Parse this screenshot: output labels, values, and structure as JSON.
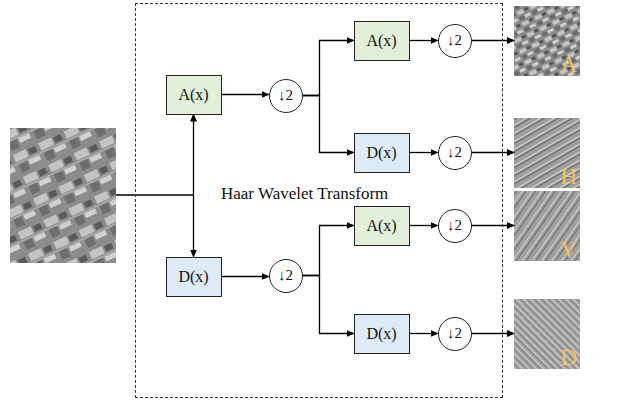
{
  "diagram": {
    "nodes": [
      {
        "text": [
          "Haar Wavelet Transform"
        ]
      },
      {
        "text": [
          "A(x)"
        ],
        "in": 0
      },
      {
        "text": [
          "D(x)"
        ],
        "in": 0
      },
      {
        "text": [
          "↓2"
        ],
        "in": 0
      },
      {
        "text": [
          "↓2"
        ],
        "in": 0
      },
      {
        "text": [
          "A(x)"
        ],
        "in": 0
      },
      {
        "text": [
          "D(x)"
        ],
        "in": 0
      },
      {
        "text": [
          "A(x)"
        ],
        "in": 0
      },
      {
        "text": [
          "D(x)"
        ],
        "in": 0
      },
      {
        "text": [
          "↓2"
        ],
        "in": 0
      },
      {
        "text": [
          "↓2"
        ],
        "in": 0
      },
      {
        "text": [
          "↓2"
        ],
        "in": 0
      },
      {
        "text": [
          "↓2"
        ],
        "in": 0
      },
      {
        "text": [
          "A"
        ]
      },
      {
        "text": [
          "H"
        ]
      },
      {
        "text": [
          "V"
        ]
      },
      {
        "text": [
          "D"
        ]
      }
    ],
    "edges": [
      {
        "from": 1,
        "to": 2,
        "arrow": "both"
      },
      {
        "from": 1,
        "to": 3,
        "arrow": "to"
      },
      {
        "from": 3,
        "to": 5,
        "arrow": "to"
      },
      {
        "from": 3,
        "to": 6,
        "arrow": "to"
      },
      {
        "from": 2,
        "to": 4,
        "arrow": "to"
      },
      {
        "from": 4,
        "to": 7,
        "arrow": "to"
      },
      {
        "from": 4,
        "to": 8,
        "arrow": "to"
      },
      {
        "from": 5,
        "to": 9,
        "arrow": "to"
      },
      {
        "from": 6,
        "to": 10,
        "arrow": "to"
      },
      {
        "from": 7,
        "to": 11,
        "arrow": "to"
      },
      {
        "from": 8,
        "to": 12,
        "arrow": "to"
      },
      {
        "from": 9,
        "to": 13,
        "arrow": "to"
      },
      {
        "from": 10,
        "to": 14,
        "arrow": "to"
      },
      {
        "from": 11,
        "to": 15,
        "arrow": "to"
      },
      {
        "from": 12,
        "to": 16,
        "arrow": "to"
      }
    ]
  }
}
